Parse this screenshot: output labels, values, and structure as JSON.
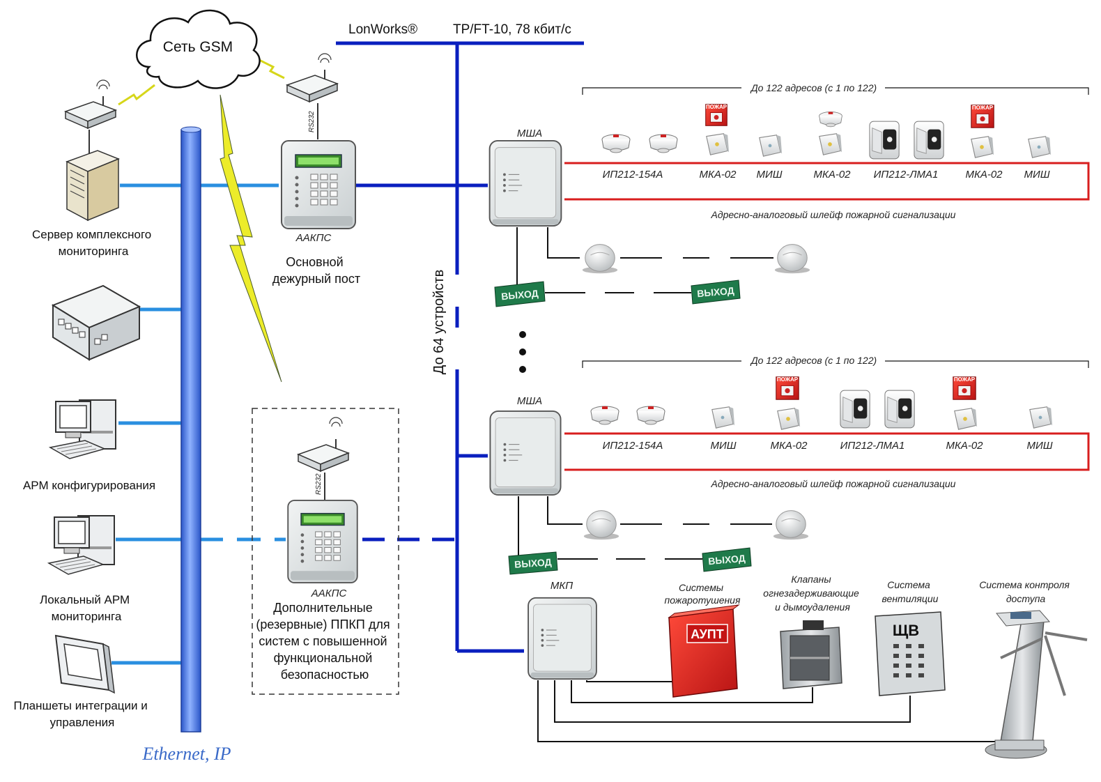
{
  "cloud": {
    "label": "Сеть GSM"
  },
  "bus": {
    "name": "LonWorks®",
    "spec": "TP/FT-10, 78 кбит/с",
    "count_label": "До 64 устройств"
  },
  "ethernet": {
    "label": "Ethernet, IP"
  },
  "left_devices": {
    "server": [
      "Сервер комплексного",
      "мониторинга"
    ],
    "arm_config": [
      "АРМ конфигурирования"
    ],
    "arm_local": [
      "Локальный АРМ",
      "мониторинга"
    ],
    "tablets": [
      "Планшеты интеграции и",
      "управления"
    ]
  },
  "modem": {
    "port_label": "RS232"
  },
  "main_post": {
    "device": "ААКПС",
    "label": [
      "Основной",
      "дежурный пост"
    ]
  },
  "backup_post": {
    "device": "ААКПС",
    "label": [
      "Дополнительные",
      "(резервные) ППКП для",
      "систем с повышенной",
      "функциональной",
      "безопасностью"
    ]
  },
  "loop1": {
    "module": "МША",
    "range": "До 122 адресов (с 1 по 122)",
    "loop_label": "Адресно-аналоговый шлейф пожарной сигнализации",
    "devices": [
      "ИП212-154А",
      "МКА-02",
      "МИШ",
      "МКА-02",
      "ИП212-ЛМА1",
      "МКА-02",
      "МИШ"
    ]
  },
  "loop2": {
    "module": "МША",
    "range": "До 122 адресов (с 1 по 122)",
    "loop_label": "Адресно-аналоговый шлейф пожарной сигнализации",
    "devices": [
      "ИП212-154А",
      "МИШ",
      "МКА-02",
      "ИП212-ЛМА1",
      "МКА-02",
      "МИШ"
    ]
  },
  "alarm_tag": "ПОЖАР",
  "exit_sign": "ВЫХОД",
  "mkp": {
    "module": "МКП",
    "systems": {
      "fire_ext": [
        "Системы",
        "пожаротушения"
      ],
      "valves": [
        "Клапаны",
        "огнезадерживающие",
        "и дымоудаления"
      ],
      "ventilation": [
        "Система",
        "вентиляции"
      ],
      "access": [
        "Система контроля",
        "доступа"
      ]
    },
    "aupt_label": "АУПТ",
    "shv_label": "ЩВ"
  },
  "colors": {
    "lon": "#0a1fbf",
    "eth_line": "#2a8fe0",
    "eth_pipe": "#4a7fe8",
    "loop": "#d81e1e",
    "sign": "#1f7a4a",
    "alarm": "#d42020",
    "gsm": "#e0e020"
  }
}
